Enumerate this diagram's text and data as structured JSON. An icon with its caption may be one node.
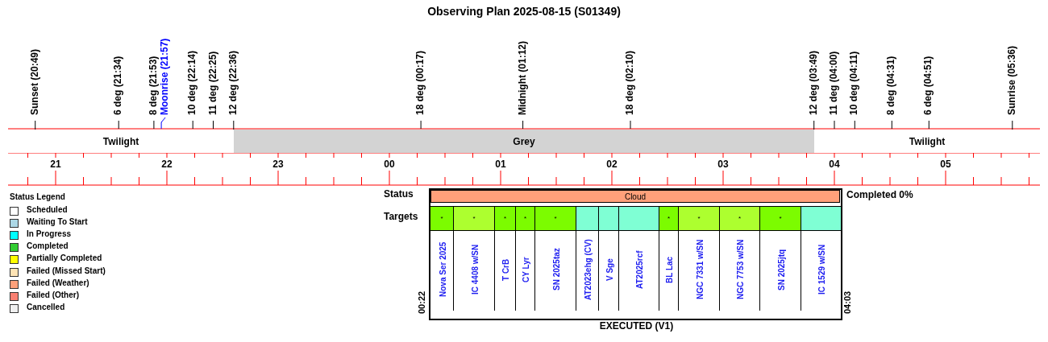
{
  "diagram": {
    "title": "Observing Plan 2025-08-15 (S01349)",
    "nodes": [
      {
        "text": [
          "Twilight"
        ]
      },
      {
        "text": [
          "Grey"
        ]
      },
      {
        "text": [
          "Twilight"
        ]
      },
      {
        "text": [
          "Cloud"
        ]
      },
      {
        "text": [
          "*"
        ]
      },
      {
        "text": [
          "*"
        ]
      },
      {
        "text": [
          "*"
        ]
      },
      {
        "text": [
          "*"
        ]
      },
      {
        "text": [
          "*"
        ]
      },
      {
        "text": [],
        "shape": "box"
      },
      {
        "text": [],
        "shape": "box"
      },
      {
        "text": [],
        "shape": "box"
      },
      {
        "text": [
          "*"
        ]
      },
      {
        "text": [
          "*"
        ]
      },
      {
        "text": [
          "*"
        ]
      },
      {
        "text": [
          "*"
        ]
      },
      {
        "text": [],
        "shape": "box"
      },
      {
        "text": [
          "Nova Ser 2025"
        ]
      },
      {
        "text": [
          "IC 4408 w/SN"
        ]
      },
      {
        "text": [
          "T CrB"
        ]
      },
      {
        "text": [
          "CY Lyr"
        ]
      },
      {
        "text": [
          "SN 2025taz"
        ]
      },
      {
        "text": [
          "AT2023ehg (CV)"
        ]
      },
      {
        "text": [
          "V Sge"
        ]
      },
      {
        "text": [
          "AT2025rcf"
        ]
      },
      {
        "text": [
          "BL Lac"
        ]
      },
      {
        "text": [
          "NGC 7331 w/SN"
        ]
      },
      {
        "text": [
          "NGC 7753 w/SN"
        ]
      },
      {
        "text": [
          "SN 2025jtq"
        ]
      },
      {
        "text": [
          "IC 1529 w/SN"
        ]
      }
    ],
    "labels": [
      "Sunset (20:49)",
      "6 deg (21:34)",
      "8 deg (21:53)",
      "Moonrise (21:57)",
      "10 deg (22:14)",
      "11 deg (22:25)",
      "12 deg (22:36)",
      "18 deg (00:17)",
      "Midnight (01:12)",
      "18 deg (02:10)",
      "12 deg (03:49)",
      "11 deg (04:00)",
      "10 deg (04:11)",
      "8 deg (04:31)",
      "6 deg (04:51)",
      "Sunrise (05:36)",
      "21",
      "22",
      "23",
      "00",
      "01",
      "02",
      "03",
      "04",
      "05",
      "Status Legend",
      "Status",
      "Targets",
      "Completed 0%",
      "00:22",
      "04:03",
      "EXECUTED (V1)"
    ],
    "legend": [
      {
        "text": "Scheduled",
        "color": "#ffffff"
      },
      {
        "text": "Waiting To Start",
        "color": "#add8e6"
      },
      {
        "text": "In Progress",
        "color": "#00ffff"
      },
      {
        "text": "Completed",
        "color": "#32cd32"
      },
      {
        "text": "Partially Completed",
        "color": "#ffff00"
      },
      {
        "text": "Failed (Missed Start)",
        "color": "#ffe4b5"
      },
      {
        "text": "Failed (Weather)",
        "color": "#ffa07a"
      },
      {
        "text": "Failed (Other)",
        "color": "#fa8072"
      },
      {
        "text": "Cancelled",
        "color": "#f0f0f0"
      }
    ]
  }
}
